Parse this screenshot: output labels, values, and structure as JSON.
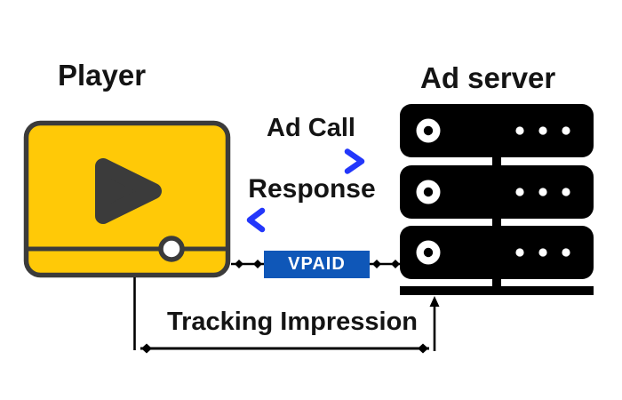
{
  "titles": {
    "player": "Player",
    "ad_server": "Ad server"
  },
  "flow": {
    "ad_call_label": "Ad Call",
    "response_label": "Response"
  },
  "vpaid": {
    "label": "VPAID"
  },
  "tracking": {
    "label": "Tracking Impression"
  },
  "icons": {
    "player": "video-player-icon",
    "ad_server": "server-stack-icon"
  },
  "colors": {
    "background": "#FFFFFF",
    "text": "#141414",
    "player_yellow": "#FFC907",
    "player_outline": "#3B3B3B",
    "server_black": "#000000",
    "vpaid_blue": "#0F57B8",
    "vpaid_text": "#FFFFFF",
    "arrow_pink": "#E2146E",
    "arrow_purple": "#7A2BDF",
    "arrow_blue": "#2337FB",
    "connector_black": "#000000"
  }
}
